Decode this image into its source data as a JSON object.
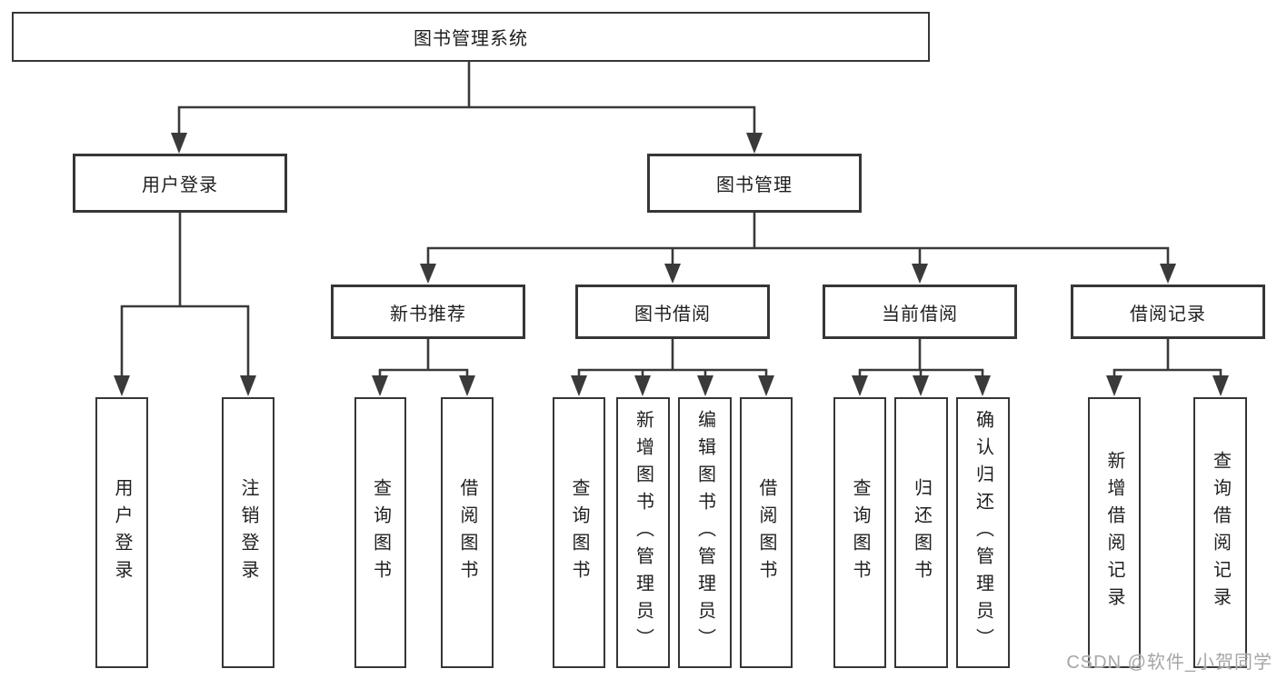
{
  "tree": {
    "root": {
      "label": "图书管理系统"
    },
    "level2": [
      {
        "label": "用户登录",
        "children": [
          {
            "label": "用户登录"
          },
          {
            "label": "注销登录"
          }
        ]
      },
      {
        "label": "图书管理",
        "children": [
          {
            "label": "新书推荐",
            "children": [
              {
                "label": "查询图书"
              },
              {
                "label": "借阅图书"
              }
            ]
          },
          {
            "label": "图书借阅",
            "children": [
              {
                "label": "查询图书"
              },
              {
                "label": "新增图书（管理员）"
              },
              {
                "label": "编辑图书（管理员）"
              },
              {
                "label": "借阅图书"
              }
            ]
          },
          {
            "label": "当前借阅",
            "children": [
              {
                "label": "查询图书"
              },
              {
                "label": "归还图书"
              },
              {
                "label": "确认归还（管理员）"
              }
            ]
          },
          {
            "label": "借阅记录",
            "children": [
              {
                "label": "新增借阅记录"
              },
              {
                "label": "查询借阅记录"
              }
            ]
          }
        ]
      }
    ]
  },
  "colors": {
    "line": "#3a3a3a",
    "box_border": "#363636",
    "text": "#1f1f1f",
    "watermark": "#a6a6a6",
    "background": "#ffffff"
  },
  "watermark": {
    "text": "CSDN @软件_小贺同学"
  }
}
